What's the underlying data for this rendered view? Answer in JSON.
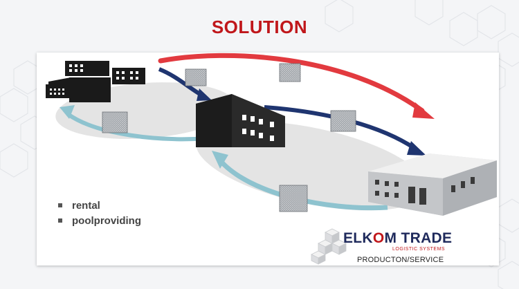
{
  "title": "SOLUTION",
  "bullets": [
    "rental",
    "poolproviding"
  ],
  "logo": {
    "name_prefix": "ELK",
    "name_o": "O",
    "name_suffix": "M TRADE",
    "subtitle": "LOGISTIC SYSTEMS",
    "caption": "PRODUCTON/SERVICE"
  },
  "colors": {
    "title": "#c0171b",
    "arrow_red": "#e23a3f",
    "arrow_navy": "#1f3570",
    "arrow_lightblue": "#8ec3cf",
    "logo_navy": "#1f2a5c"
  },
  "icons": [
    "factory-buildings-icon",
    "warehouse-building-icon",
    "production-plant-icon",
    "wire-mesh-container-icon",
    "cube-stack-logo-icon"
  ]
}
